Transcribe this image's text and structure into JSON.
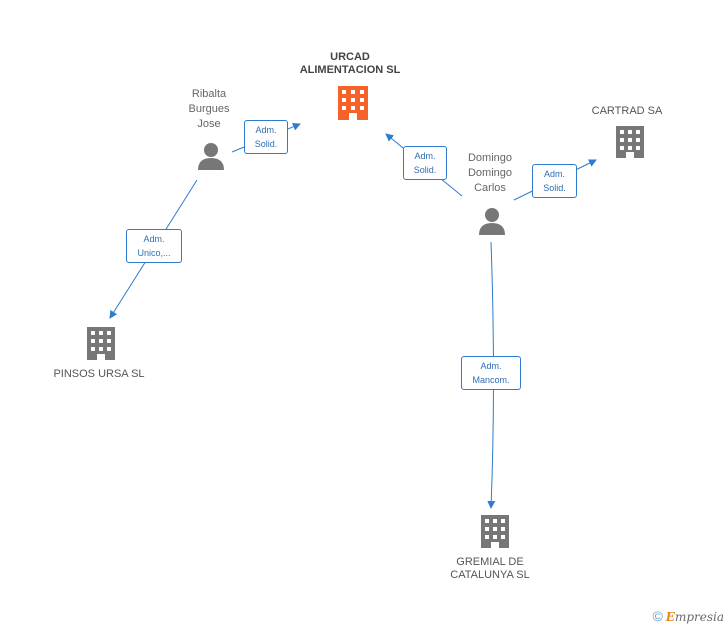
{
  "companies": {
    "urcad": {
      "name_line1": "URCAD",
      "name_line2": "ALIMENTACION SL",
      "color": "#f4622a"
    },
    "cartrad": {
      "name": "CARTRAD SA",
      "color": "#777777"
    },
    "pinsos": {
      "name": "PINSOS URSA SL",
      "color": "#777777"
    },
    "gremial": {
      "name_line1": "GREMIAL DE",
      "name_line2": "CATALUNYA SL",
      "color": "#777777"
    }
  },
  "persons": {
    "ribalta": {
      "line1": "Ribalta",
      "line2": "Burgues",
      "line3": "Jose"
    },
    "domingo": {
      "line1": "Domingo",
      "line2": "Domingo",
      "line3": "Carlos"
    }
  },
  "edges": {
    "ribalta_urcad": {
      "line1": "Adm.",
      "line2": "Solid."
    },
    "ribalta_pinsos": {
      "line1": "Adm.",
      "line2": "Unico,..."
    },
    "domingo_urcad": {
      "line1": "Adm.",
      "line2": "Solid."
    },
    "domingo_cartrad": {
      "line1": "Adm.",
      "line2": "Solid."
    },
    "domingo_gremial": {
      "line1": "Adm.",
      "line2": "Mancom."
    }
  },
  "footer": {
    "copyright": "©",
    "brand_initial": "E",
    "brand_rest": "mpresia"
  },
  "colors": {
    "edge": "#2e7bcf",
    "person_icon": "#777777"
  }
}
